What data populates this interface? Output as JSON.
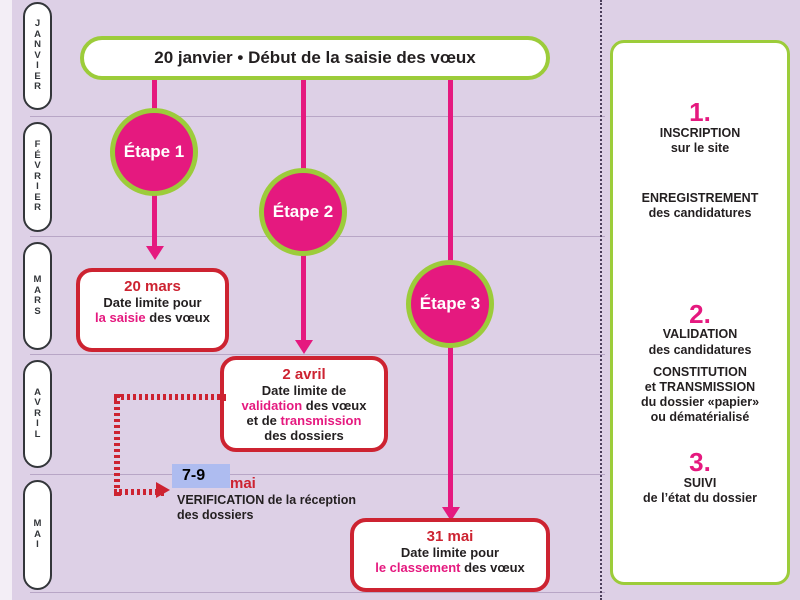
{
  "months": [
    "JANVIER",
    "FÉVRIER",
    "MARS",
    "AVRIL",
    "MAI"
  ],
  "header_box": "20 janvier • Début de la saisie des vœux",
  "etapes": [
    "Étape 1",
    "Étape 2",
    "Étape 3"
  ],
  "deadline_1": {
    "date": "20 mars",
    "line1": "Date limite pour",
    "highlight": "la saisie",
    "rest": " des vœux"
  },
  "deadline_2": {
    "date": "2 avril",
    "line1": "Date limite de",
    "highlight1": "validation",
    "rest1": " des vœux",
    "line3a": "et de ",
    "highlight2": "transmission",
    "line4": "des dossiers"
  },
  "deadline_3": {
    "date": "31 mai",
    "line1": "Date limite pour",
    "highlight": "le classement",
    "rest": " des vœux"
  },
  "verification": {
    "badge": "7-9",
    "month": "mai",
    "line1": "VERIFICATION de la réception",
    "line2": "des dossiers"
  },
  "right_panel": {
    "s1_num": "1.",
    "s1_line1": "INSCRIPTION",
    "s1_line2": "sur le site",
    "s1_line3": "ENREGISTREMENT",
    "s1_line4": "des candidatures",
    "s2_num": "2.",
    "s2_line1": "VALIDATION",
    "s2_line2": "des candidatures",
    "s2_line3": "CONSTITUTION",
    "s2_line4": "et TRANSMISSION",
    "s2_line5": "du dossier «papier»",
    "s2_line6": "ou dématérialisé",
    "s3_num": "3.",
    "s3_line1": "SUIVI",
    "s3_line2": "de l’état du dossier"
  },
  "colors": {
    "magenta": "#e5197f",
    "green": "#9ccc3a",
    "red": "#cd2331",
    "background": "#ddd0e6"
  }
}
